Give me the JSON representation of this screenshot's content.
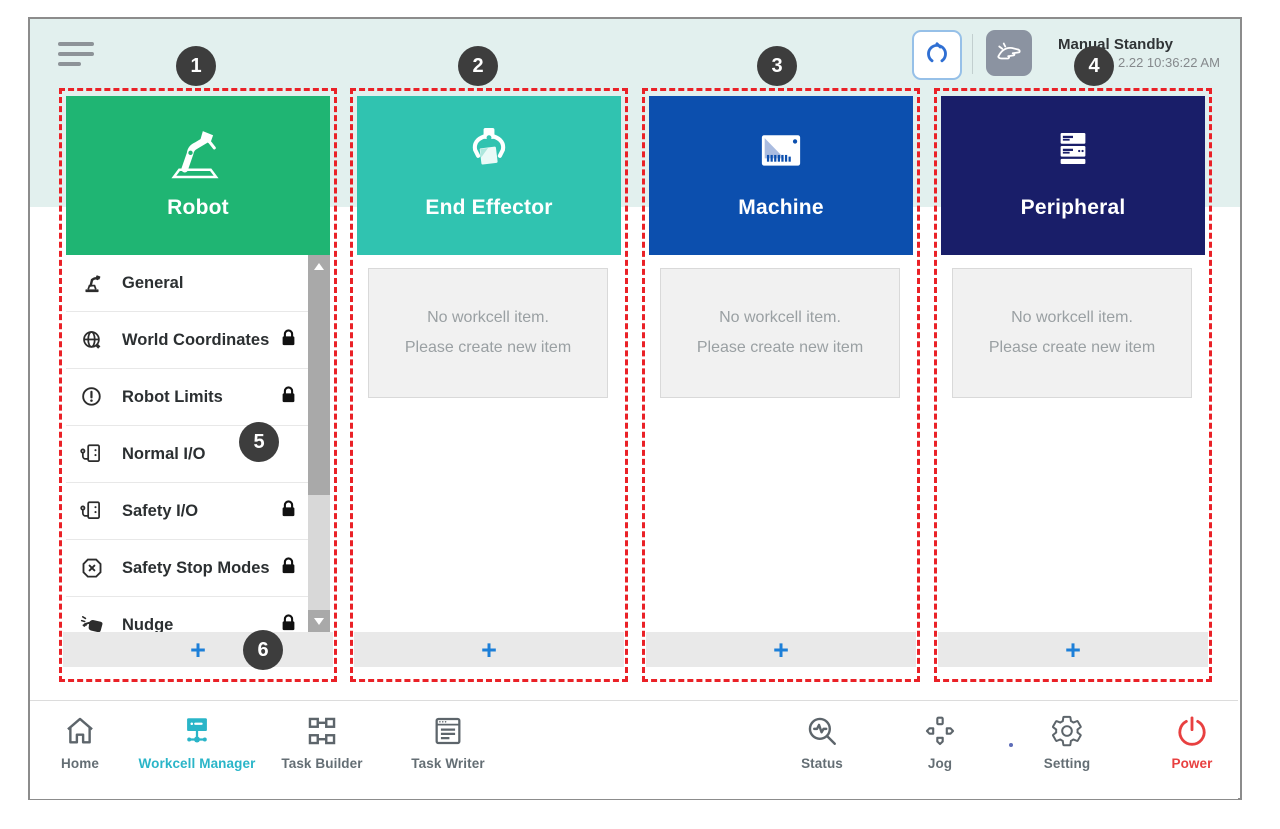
{
  "topbar": {
    "mode_label": "Manual Standby",
    "timestamp": "2.22 10:36:22 AM"
  },
  "annotations": {
    "callouts": [
      "1",
      "2",
      "3",
      "4",
      "5",
      "6"
    ],
    "callout_color": "#3d3d3d",
    "dashed_border_color": "#ea2127"
  },
  "columns": [
    {
      "title": "Robot",
      "color": "#1fb573",
      "add_label": "+",
      "items": [
        {
          "label": "General",
          "locked": false
        },
        {
          "label": "World Coordinates",
          "locked": true
        },
        {
          "label": "Robot Limits",
          "locked": true
        },
        {
          "label": "Normal I/O",
          "locked": false
        },
        {
          "label": "Safety I/O",
          "locked": true
        },
        {
          "label": "Safety Stop Modes",
          "locked": true
        },
        {
          "label": "Nudge",
          "locked": true
        }
      ]
    },
    {
      "title": "End Effector",
      "color": "#30c3b0",
      "add_label": "+",
      "empty": [
        "No workcell item.",
        "Please create new item"
      ]
    },
    {
      "title": "Machine",
      "color": "#0c4fae",
      "add_label": "+",
      "empty": [
        "No workcell item.",
        "Please create new item"
      ]
    },
    {
      "title": "Peripheral",
      "color": "#191e69",
      "add_label": "+",
      "empty": [
        "No workcell item.",
        "Please create new item"
      ]
    }
  ],
  "nav": {
    "items": [
      {
        "label": "Home",
        "active": false
      },
      {
        "label": "Workcell Manager",
        "active": true
      },
      {
        "label": "Task Builder",
        "active": false
      },
      {
        "label": "Task Writer",
        "active": false
      },
      {
        "label": "Status",
        "active": false
      },
      {
        "label": "Jog",
        "active": false
      },
      {
        "label": "Setting",
        "active": false
      },
      {
        "label": "Power",
        "active": false
      }
    ],
    "active_color": "#2ab5c8",
    "power_color": "#e84040"
  },
  "icons": [
    "menu-icon",
    "robot-mode-icon",
    "hand-guide-icon",
    "robot-arm-icon",
    "gripper-icon",
    "machine-icon",
    "peripheral-icon",
    "general-icon",
    "world-coordinates-icon",
    "robot-limits-icon",
    "io-icon",
    "safety-stop-icon",
    "nudge-icon",
    "lock-icon",
    "scroll-up-icon",
    "scroll-down-icon",
    "home-icon",
    "workcell-manager-icon",
    "task-builder-icon",
    "task-writer-icon",
    "status-icon",
    "jog-icon",
    "setting-icon",
    "power-icon",
    "add-icon"
  ]
}
